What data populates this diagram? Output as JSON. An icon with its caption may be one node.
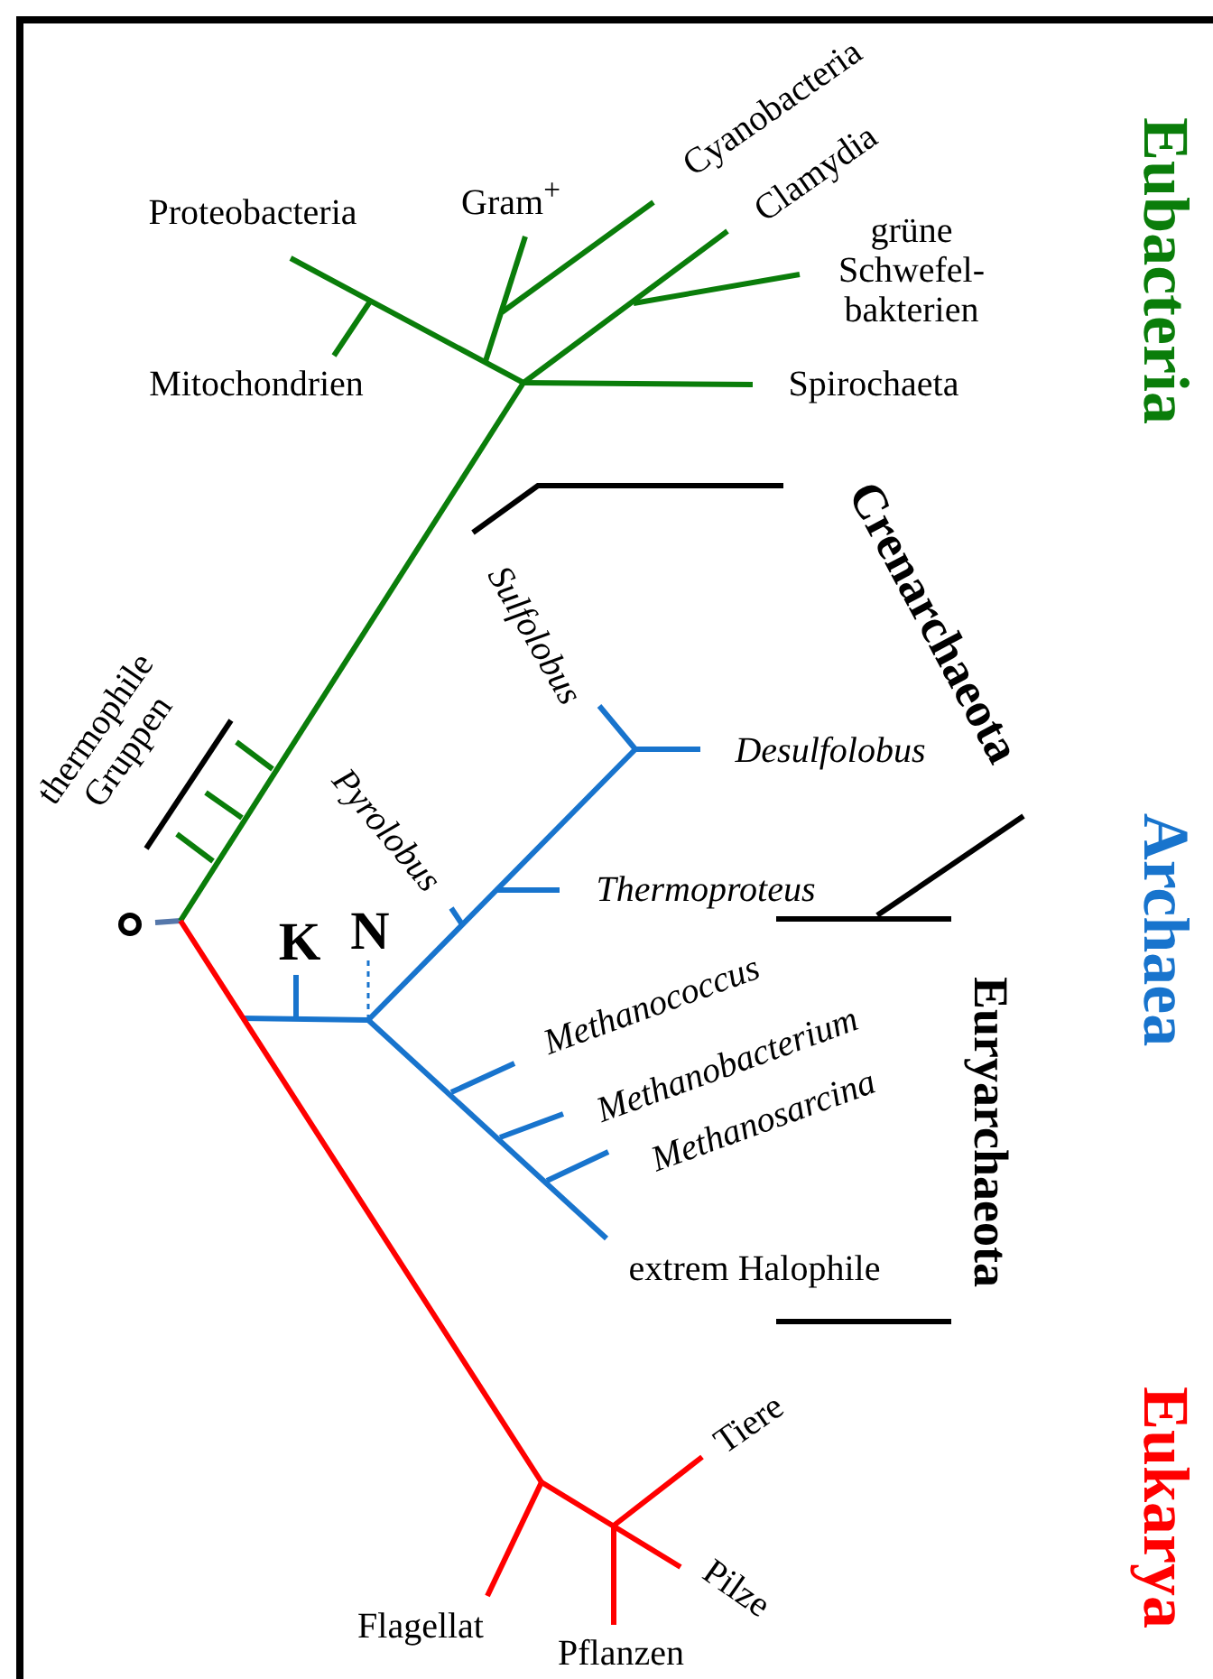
{
  "diagram": {
    "labels": [
      "Eubacteria",
      "Cyanobacteria",
      "Gram$^{+}$",
      "Clamydia",
      "Proteobacteria",
      "grüne Schwefel- bakterien",
      "Mitochondrien",
      "Spirochaeta",
      "Crenarchaeota",
      "Sulfolobus",
      "Desulfolobus",
      "thermophile Gruppen",
      "Archaea",
      "Pyrolobus",
      "Thermoproteus",
      "K",
      "N",
      "Euryarchaeota",
      "Methanococcus",
      "Methanobacterium",
      "Methanosarcina",
      "extrem Halophile",
      "Eukarya",
      "Tiere",
      "Pilze",
      "Flagellat",
      "Pflanzen"
    ]
  }
}
